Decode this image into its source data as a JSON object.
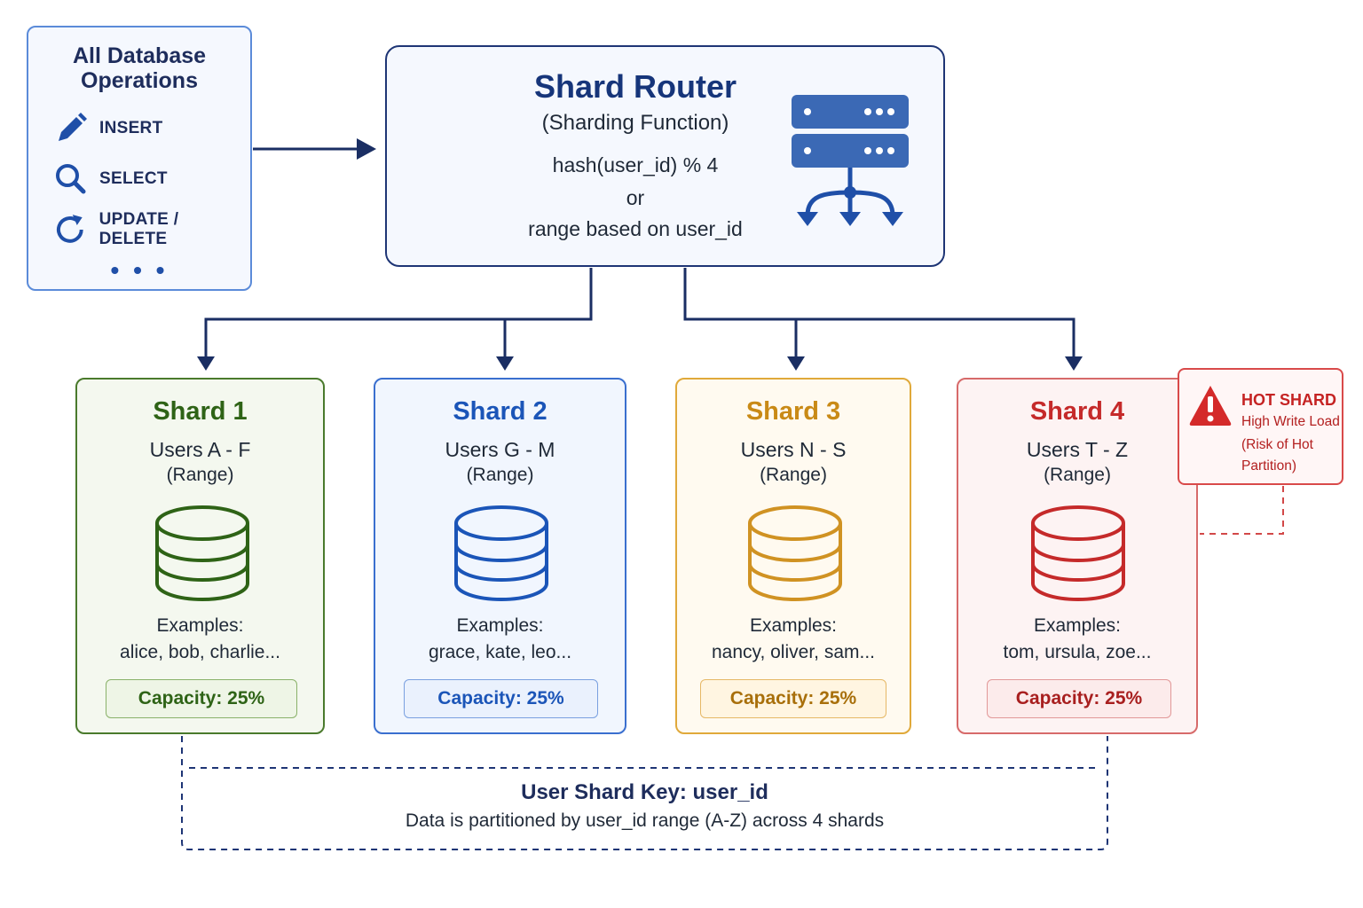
{
  "operations": {
    "title_line1": "All Database",
    "title_line2": "Operations",
    "items": [
      {
        "label": "INSERT",
        "icon": "pencil-icon"
      },
      {
        "label": "SELECT",
        "icon": "search-icon"
      },
      {
        "label": "UPDATE / DELETE",
        "icon": "refresh-icon"
      }
    ],
    "more": "• • •"
  },
  "router": {
    "title": "Shard Router",
    "subtitle": "(Sharding Function)",
    "formula": "hash(user_id) % 4",
    "or": "or",
    "alternative": "range based on user_id",
    "icon": "server-router-icon"
  },
  "shards": [
    {
      "name": "Shard 1",
      "users": "Users A - F",
      "type": "(Range)",
      "examples_label": "Examples:",
      "examples": "alice, bob, charlie...",
      "capacity": "Capacity: 25%",
      "color": "#2e6316"
    },
    {
      "name": "Shard 2",
      "users": "Users G - M",
      "type": "(Range)",
      "examples_label": "Examples:",
      "examples": "grace, kate, leo...",
      "capacity": "Capacity: 25%",
      "color": "#1b55b8"
    },
    {
      "name": "Shard 3",
      "users": "Users N - S",
      "type": "(Range)",
      "examples_label": "Examples:",
      "examples": "nancy, oliver, sam...",
      "capacity": "Capacity: 25%",
      "color": "#c98a16"
    },
    {
      "name": "Shard 4",
      "users": "Users T - Z",
      "type": "(Range)",
      "examples_label": "Examples:",
      "examples": "tom, ursula, zoe...",
      "capacity": "Capacity: 25%",
      "color": "#c52a2a"
    }
  ],
  "hot_shard": {
    "title": "HOT SHARD",
    "line1": "High Write Load",
    "line2": "(Risk of Hot",
    "line3": "Partition)",
    "icon": "warning-icon"
  },
  "shard_key": {
    "title": "User Shard Key: user_id",
    "description": "Data is partitioned by user_id range (A-Z) across 4 shards"
  }
}
